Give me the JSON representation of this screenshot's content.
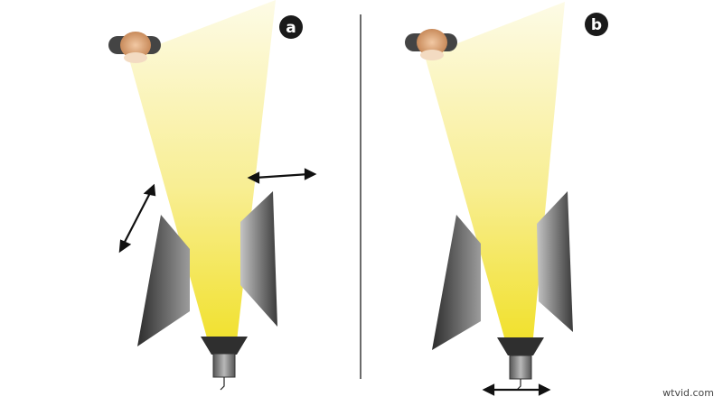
{
  "panels": [
    {
      "label": "a"
    },
    {
      "label": "b"
    }
  ],
  "watermark": "wtvid.com",
  "colors": {
    "beam_far": "#fbf6c8",
    "beam_near": "#f4e53d",
    "divider": "#3a3a3a",
    "flag_dark": "#2f2f2f",
    "flag_light": "#b4b4b4",
    "badge": "#1a1a1a",
    "arrow": "#111111",
    "lamp": "#7a7a7a"
  }
}
